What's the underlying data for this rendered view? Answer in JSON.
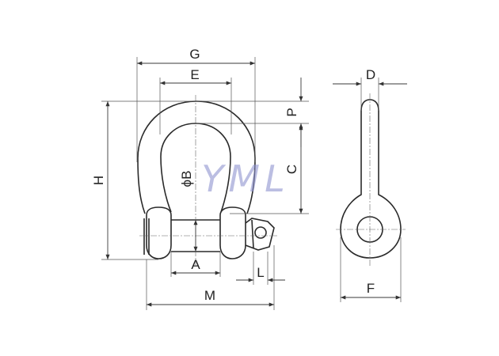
{
  "colors": {
    "line": "#2a2a2a",
    "watermark": "#8f93cf",
    "background": "#ffffff"
  },
  "dimensions": {
    "G": "G",
    "E": "E",
    "D": "D",
    "P": "P",
    "C": "C",
    "H": "H",
    "B": "ϕB",
    "A": "A",
    "L": "L",
    "M": "M",
    "F": "F"
  },
  "watermark": "YML"
}
